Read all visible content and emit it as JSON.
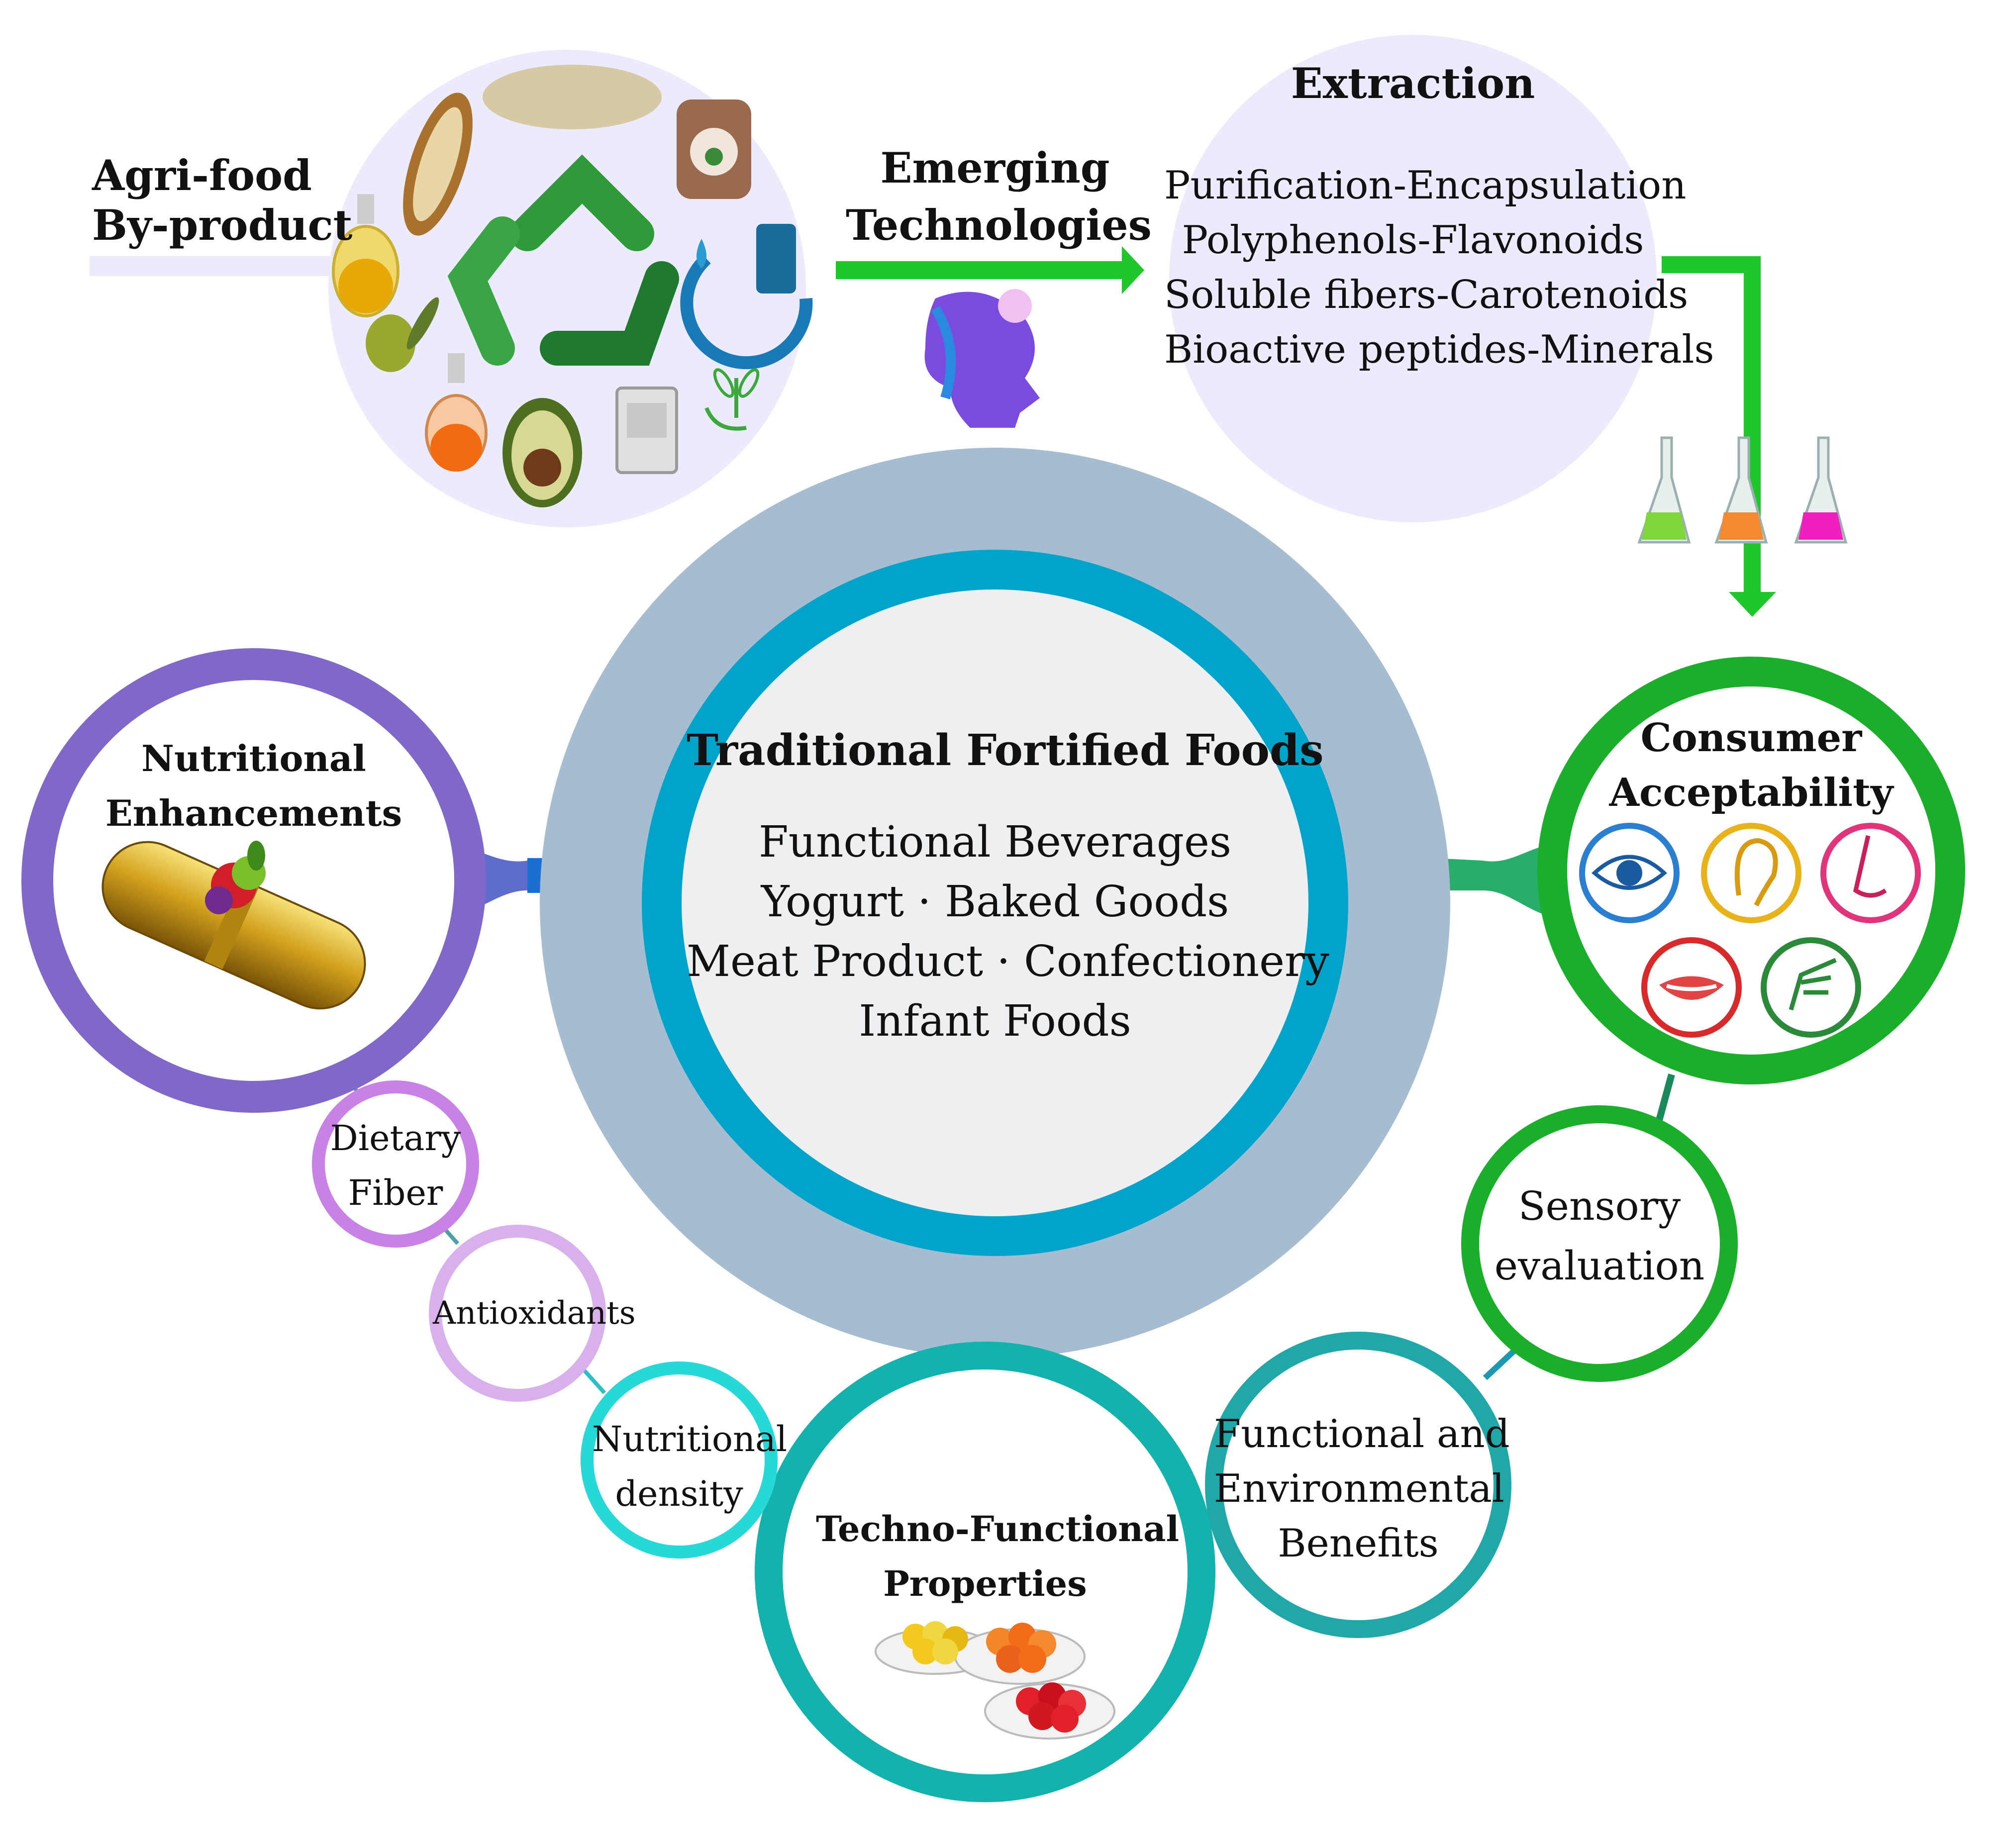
{
  "source": {
    "title_line1": "Agri-food",
    "title_line2": "By-product"
  },
  "technology": {
    "line1": "Emerging",
    "line2": "Technologies"
  },
  "extraction": {
    "title": "Extraction",
    "items": [
      "Purification-Encapsulation",
      "Polyphenols-Flavonoids",
      "Soluble fibers-Carotenoids",
      "Bioactive peptides-Minerals"
    ]
  },
  "center": {
    "title": "Traditional Fortified Foods",
    "items": [
      "Functional Beverages",
      "Yogurt · Baked Goods",
      "Meat Product · Confectionery",
      "Infant Foods"
    ]
  },
  "nutritional": {
    "line1": "Nutritional",
    "line2": "Enhancements",
    "subs": [
      {
        "line1": "Dietary",
        "line2": "Fiber"
      },
      {
        "line1": "Antioxidants",
        "line2": ""
      },
      {
        "line1": "Nutritional",
        "line2": "density"
      }
    ]
  },
  "consumer": {
    "line1": "Consumer",
    "line2": "Acceptability",
    "subs": [
      {
        "line1": "Sensory",
        "line2": "evaluation"
      },
      {
        "line1": "Functional and",
        "line2": "Environmental",
        "line3": "Benefits"
      }
    ]
  },
  "techno": {
    "line1": "Techno-Functional",
    "line2": "Properties"
  },
  "colors": {
    "lavender_fill": "#ecebfb",
    "arrow_green": "#1fc72b",
    "outer_ring": "#a6bcd0",
    "inner_ring": "#00a3c9",
    "center_fill": "#eeeff1",
    "purple": "#8068c8",
    "consumer_green": "#1aae2a",
    "teal": "#13b2ad",
    "teal_ring": "#20a8a8"
  }
}
